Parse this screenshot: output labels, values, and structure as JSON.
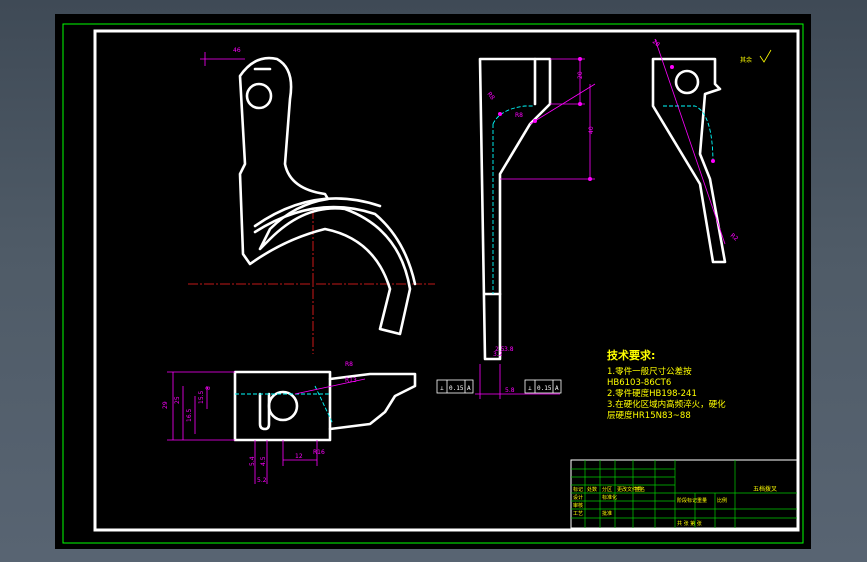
{
  "drawing": {
    "tech_title": "技术要求:",
    "tech_lines": [
      "1.零件一般尺寸公差按",
      "HB6103-86CT6",
      "2.零件硬度HB198-241",
      "3.在硬化区域内高频淬火，硬化",
      "层硬度HR15N83~88"
    ],
    "part_name": "五档拨叉",
    "roughness_note": "其余",
    "dims": {
      "d1": "46",
      "d2": "R16",
      "d3": "20",
      "d4": "40",
      "d5": "R8",
      "d6": "R8",
      "d7": "2.5",
      "d8": "28",
      "d9": "3.8",
      "d10": "5.8",
      "d11": "3.2",
      "d12": "R2",
      "d13": "29",
      "d14": "25",
      "d15": "16.5",
      "d16": "15.5",
      "d17": "8",
      "d18": "R13",
      "d19": "12",
      "d20": "5.4",
      "d21": "4.5",
      "d22": "5.2",
      "d23": "R8"
    },
    "tolerances": {
      "t1": "0.15",
      "t2": "A",
      "t3": "0.15",
      "t4": "A"
    },
    "title_block": {
      "c1": "标记",
      "c2": "处数",
      "c3": "分区",
      "c4": "更改文件号",
      "c5": "签名",
      "c6": "设计",
      "c7": "标准化",
      "c8": "审核",
      "c9": "工艺",
      "c10": "批准",
      "c11": "阶段标记",
      "c12": "重量",
      "c13": "比例",
      "c14": "共 张 第 张"
    }
  }
}
